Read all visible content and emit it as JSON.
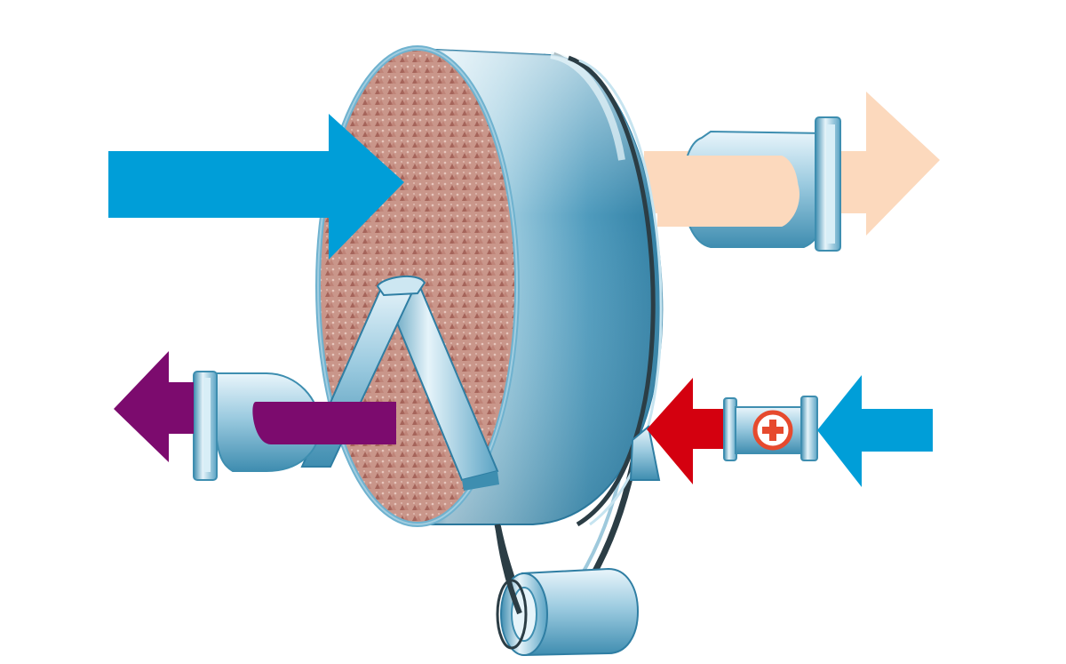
{
  "diagram": {
    "components": [
      {
        "id": "desiccant-rotor",
        "icon": "honeycomb-wheel-icon"
      },
      {
        "id": "drive-belt",
        "icon": "belt-icon"
      },
      {
        "id": "drive-motor",
        "icon": "motor-icon"
      },
      {
        "id": "process-fan",
        "icon": "fan-housing-icon"
      },
      {
        "id": "regeneration-fan",
        "icon": "fan-housing-icon"
      },
      {
        "id": "regeneration-heater",
        "icon": "plus-heater-icon"
      }
    ],
    "flows": [
      {
        "id": "process-air-in",
        "direction": "right",
        "color": "#009ed8"
      },
      {
        "id": "dry-air-out",
        "direction": "right",
        "color": "#fcd9bd"
      },
      {
        "id": "reactivation-air-in",
        "direction": "left",
        "color": "#009ed8"
      },
      {
        "id": "heated-reactivation-air",
        "direction": "left",
        "color": "#d4000f"
      },
      {
        "id": "wet-air-out",
        "direction": "left",
        "color": "#7c0b6e"
      }
    ],
    "colors": {
      "metal_light": "#dbeef6",
      "metal_mid": "#8fc3da",
      "metal_dark": "#3e8eb0",
      "honeycomb": "#c48e82",
      "honeycomb_cell": "#a8665a",
      "heater_symbol": "#e64a2e"
    }
  }
}
